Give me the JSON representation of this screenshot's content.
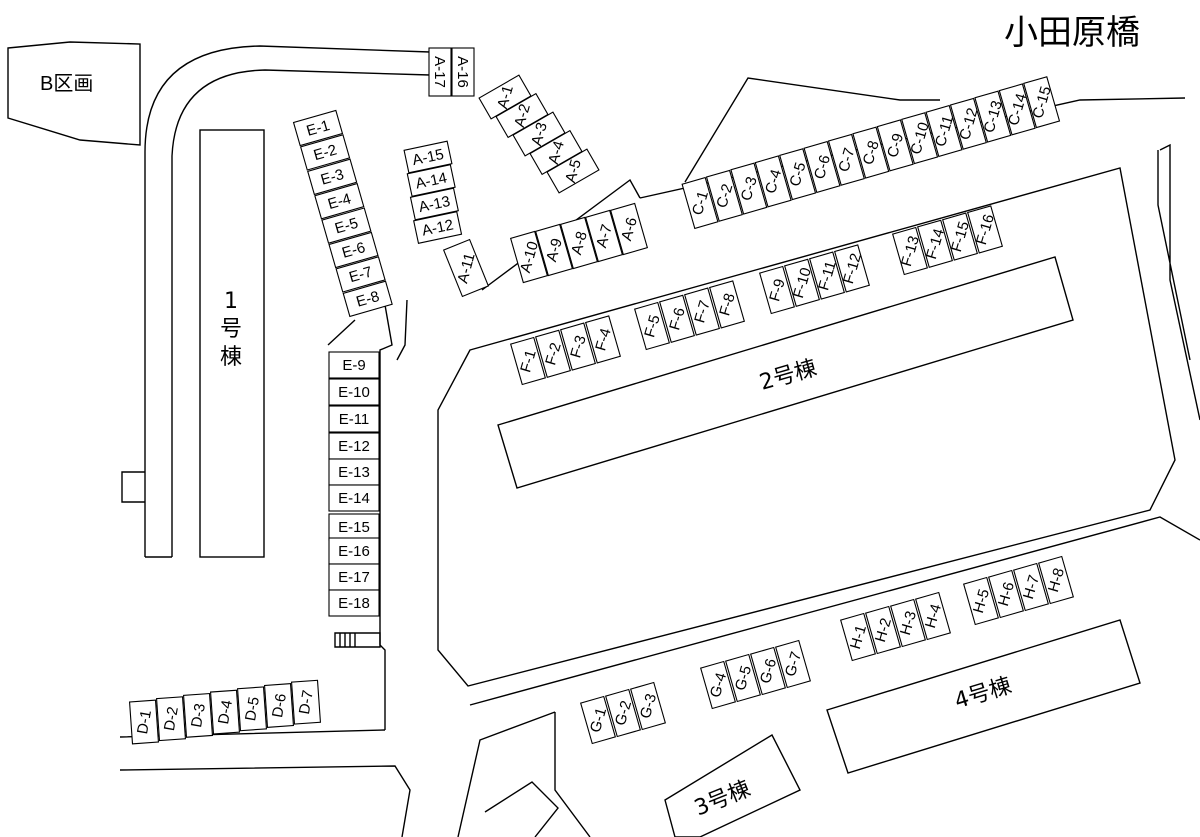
{
  "title": "小田原橋",
  "zone_label": "B区画",
  "buildings": {
    "b1": {
      "line1": "1",
      "line2": "号",
      "line3": "棟"
    },
    "b2": "2号棟",
    "b3": "3号棟",
    "b4": "4号棟"
  },
  "slots": {
    "A": [
      "A-1",
      "A-2",
      "A-3",
      "A-4",
      "A-5",
      "A-6",
      "A-7",
      "A-8",
      "A-9",
      "A-10",
      "A-11",
      "A-12",
      "A-13",
      "A-14",
      "A-15",
      "A-16",
      "A-17"
    ],
    "C": [
      "C-1",
      "C-2",
      "C-3",
      "C-4",
      "C-5",
      "C-6",
      "C-7",
      "C-8",
      "C-9",
      "C-10",
      "C-11",
      "C-12",
      "C-13",
      "C-14",
      "C-15"
    ],
    "D": [
      "D-1",
      "D-2",
      "D-3",
      "D-4",
      "D-5",
      "D-6",
      "D-7"
    ],
    "E": [
      "E-1",
      "E-2",
      "E-3",
      "E-4",
      "E-5",
      "E-6",
      "E-7",
      "E-8",
      "E-9",
      "E-10",
      "E-11",
      "E-12",
      "E-13",
      "E-14",
      "E-15",
      "E-16",
      "E-17",
      "E-18"
    ],
    "F": [
      "F-1",
      "F-2",
      "F-3",
      "F-4",
      "F-5",
      "F-6",
      "F-7",
      "F-8",
      "F-9",
      "F-10",
      "F-11",
      "F-12",
      "F-13",
      "F-14",
      "F-15",
      "F-16"
    ],
    "G": [
      "G-1",
      "G-2",
      "G-3",
      "G-4",
      "G-5",
      "G-6",
      "G-7"
    ],
    "H": [
      "H-1",
      "H-2",
      "H-3",
      "H-4",
      "H-5",
      "H-6",
      "H-7",
      "H-8"
    ]
  }
}
